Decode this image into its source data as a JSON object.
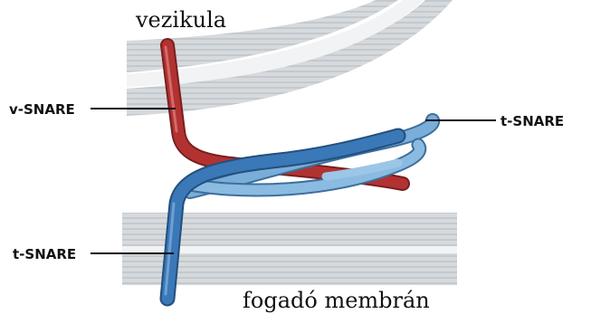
{
  "labels": {
    "vesicle": "vezikula",
    "v_snare": "v-SNARE",
    "t_snare_right": "t-SNARE",
    "t_snare_left": "t-SNARE",
    "target_membrane": "fogadó membrán"
  },
  "colors": {
    "membrane": "#d4d8dc",
    "membrane_stripe": "#b9bec4",
    "membrane_highlight": "#f4f5f6",
    "v_snare": "#b23232",
    "t_snare_dark": "#3a78b8",
    "t_snare_light": "#74a8d6"
  }
}
